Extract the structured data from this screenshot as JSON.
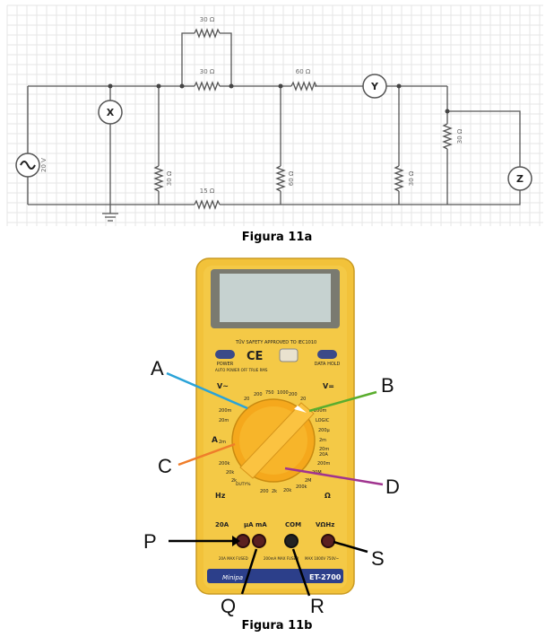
{
  "figures": {
    "circuit_caption": "Figura 11a",
    "multimeter_caption": "Figura 11b"
  },
  "circuit": {
    "source_label": "20 V",
    "meters": {
      "x": "X",
      "y": "Y",
      "z": "Z"
    },
    "resistors": {
      "top_parallel_upper": "30 Ω",
      "top_parallel_lower": "30 Ω",
      "series_top": "60 Ω",
      "bottom_series": "15 Ω",
      "left_vertical": "30 Ω",
      "middle_vertical": "60 Ω",
      "right_vertical": "30 Ω",
      "far_right_vertical": "30 Ω"
    }
  },
  "multimeter": {
    "safety_text": "TÜV SAFETY APPROVED TO IEC1010",
    "power_label": "POWER",
    "auto_power_label": "AUTO POWER OFF TRUE RMS",
    "data_hold_label": "DATA HOLD",
    "v_ac_label": "V~",
    "v_dc_label": "V=",
    "amp_label": "A",
    "hz_label": "Hz",
    "ohm_label": "Ω",
    "logic_label": "LOGIC",
    "duty_label": "DUTY%",
    "brand": "Minipa",
    "model": "ET-2700",
    "dial_left_marks": [
      "200m",
      "20m",
      "2m",
      "200k",
      "20k",
      "2k"
    ],
    "dial_top_marks": [
      "20",
      "200",
      "750",
      "1000",
      "200",
      "20"
    ],
    "dial_right_marks": [
      "200m",
      "200μ",
      "2m",
      "20m",
      "20A",
      "200m",
      "20M",
      "2M",
      "200k"
    ],
    "dial_bottom_marks": [
      "200",
      "2k",
      "20k"
    ],
    "jack_labels": [
      "20A",
      "μA mA",
      "COM",
      "VΩHz"
    ],
    "fuse_labels": [
      "20A MAX FUSED",
      "200mA MAX FUSED",
      "MAX 1000V 750V~"
    ],
    "callouts": {
      "a": "A",
      "b": "B",
      "c": "C",
      "d": "D",
      "p": "P",
      "q": "Q",
      "r": "R",
      "s": "S"
    }
  },
  "colors": {
    "callout_a": "#2aa3d8",
    "callout_b": "#5aad2e",
    "callout_c": "#ef7d2a",
    "callout_d": "#a0348f",
    "body_yellow": "#f2c23a",
    "knob_orange": "#f5a81c"
  }
}
